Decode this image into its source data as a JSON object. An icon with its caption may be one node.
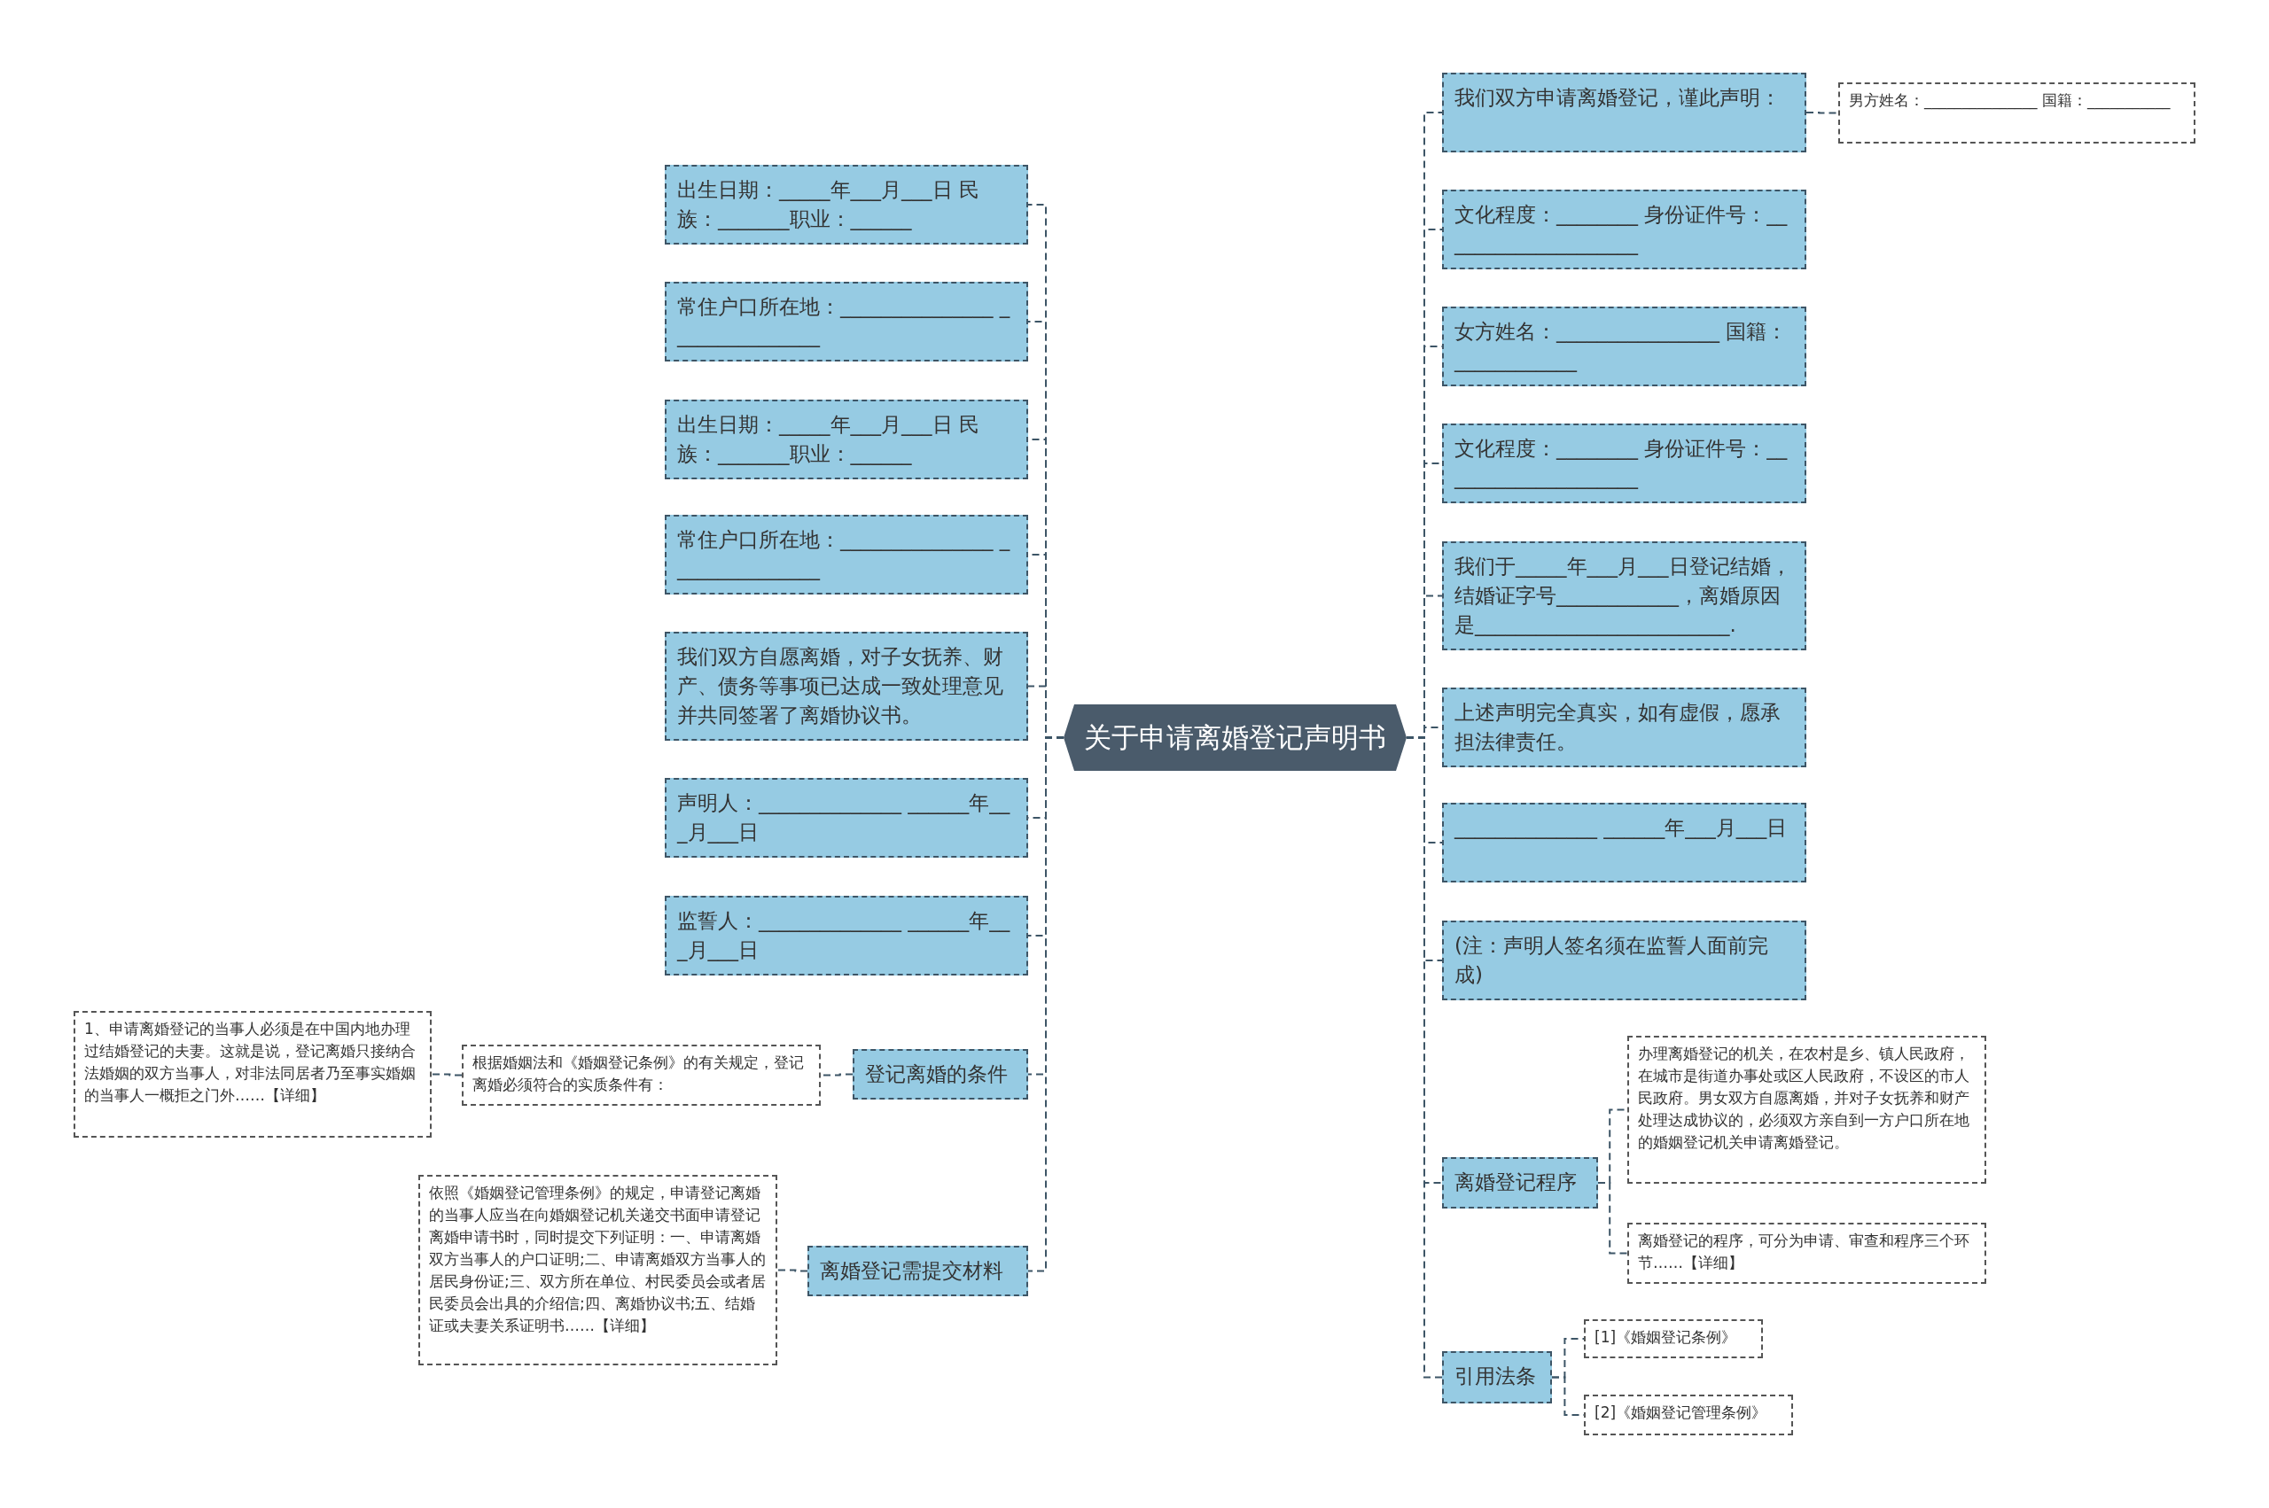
{
  "diagram": {
    "nodes": [
      {
        "text": [
          "关于申请离婚登记声明书"
        ]
      },
      {
        "text": [
          "出生日期：_____年___月___日 民族：_______职业：______"
        ]
      },
      {
        "text": [
          "常住户口所在地：_______________ _______________"
        ]
      },
      {
        "text": [
          "出生日期：_____年___月___日 民族：_______职业：______"
        ]
      },
      {
        "text": [
          "常住户口所在地：_______________ _______________"
        ]
      },
      {
        "text": [
          "我们双方自愿离婚，对子女抚养、财产、债务等事项已达成一致处理意见并共同签署了离婚协议书。"
        ]
      },
      {
        "text": [
          "声明人：______________ ______年___月___日"
        ]
      },
      {
        "text": [
          "监誓人：______________ ______年___月___日"
        ]
      },
      {
        "text": [
          "登记离婚的条件"
        ]
      },
      {
        "text": [
          "根据婚姻法和《婚姻登记条例》的有关规定，登记离婚必须符合的实质条件有："
        ]
      },
      {
        "text": [
          "1、申请离婚登记的当事人必须是在中国内地办理过结婚登记的夫妻。这就是说，登记离婚只接纳合法婚姻的双方当事人，对非法同居者乃至事实婚姻的当事人一概拒之门外……【详细】"
        ]
      },
      {
        "text": [
          "离婚登记需提交材料"
        ]
      },
      {
        "text": [
          "依照《婚姻登记管理条例》的规定，申请登记离婚的当事人应当在向婚姻登记机关递交书面申请登记离婚申请书时，同时提交下列证明：一、申请离婚双方当事人的户口证明;二、申请离婚双方当事人的居民身份证;三、双方所在单位、村民委员会或者居民委员会出具的介绍信;四、离婚协议书;五、结婚证或夫妻关系证明书……【详细】"
        ]
      },
      {
        "text": [
          "我们双方申请离婚登记，谨此声明："
        ]
      },
      {
        "text": [
          "男方姓名：_______________ 国籍：___________"
        ]
      },
      {
        "text": [
          "文化程度：________ 身份证件号：____________________"
        ]
      },
      {
        "text": [
          "女方姓名：________________ 国籍：____________"
        ]
      },
      {
        "text": [
          "文化程度：________ 身份证件号：____________________"
        ]
      },
      {
        "text": [
          "我们于_____年___月___日登记结婚，结婚证字号____________，离婚原因是_________________________."
        ]
      },
      {
        "text": [
          "上述声明完全真实，如有虚假，愿承担法律责任。"
        ]
      },
      {
        "text": [
          "______________ ______年___月___日"
        ]
      },
      {
        "text": [
          "(注：声明人签名须在监誓人面前完成)"
        ]
      },
      {
        "text": [
          "离婚登记程序"
        ]
      },
      {
        "text": [
          "办理离婚登记的机关，在农村是乡、镇人民政府，在城市是街道办事处或区人民政府，不设区的市人民政府。男女双方自愿离婚，并对子女抚养和财产处理达成协议的，必须双方亲自到一方户口所在地的婚姻登记机关申请离婚登记。"
        ]
      },
      {
        "text": [
          "离婚登记的程序，可分为申请、审查和程序三个环节……【详细】"
        ]
      },
      {
        "text": [
          "引用法条"
        ]
      },
      {
        "text": [
          "[1]《婚姻登记条例》"
        ]
      },
      {
        "text": [
          "[2]《婚姻登记管理条例》"
        ]
      }
    ],
    "edges": [
      {
        "from": 0,
        "to": 1,
        "arrow": "none"
      },
      {
        "from": 0,
        "to": 2,
        "arrow": "none"
      },
      {
        "from": 0,
        "to": 3,
        "arrow": "none"
      },
      {
        "from": 0,
        "to": 4,
        "arrow": "none"
      },
      {
        "from": 0,
        "to": 5,
        "arrow": "none"
      },
      {
        "from": 0,
        "to": 6,
        "arrow": "none"
      },
      {
        "from": 0,
        "to": 7,
        "arrow": "none"
      },
      {
        "from": 0,
        "to": 8,
        "arrow": "none"
      },
      {
        "from": 8,
        "to": 9,
        "arrow": "none"
      },
      {
        "from": 9,
        "to": 10,
        "arrow": "none"
      },
      {
        "from": 0,
        "to": 11,
        "arrow": "none"
      },
      {
        "from": 11,
        "to": 12,
        "arrow": "none"
      },
      {
        "from": 0,
        "to": 13,
        "arrow": "none"
      },
      {
        "from": 13,
        "to": 14,
        "arrow": "none"
      },
      {
        "from": 0,
        "to": 15,
        "arrow": "none"
      },
      {
        "from": 0,
        "to": 16,
        "arrow": "none"
      },
      {
        "from": 0,
        "to": 17,
        "arrow": "none"
      },
      {
        "from": 0,
        "to": 18,
        "arrow": "none"
      },
      {
        "from": 0,
        "to": 19,
        "arrow": "none"
      },
      {
        "from": 0,
        "to": 20,
        "arrow": "none"
      },
      {
        "from": 0,
        "to": 21,
        "arrow": "none"
      },
      {
        "from": 0,
        "to": 22,
        "arrow": "none"
      },
      {
        "from": 22,
        "to": 23,
        "arrow": "none"
      },
      {
        "from": 22,
        "to": 24,
        "arrow": "none"
      },
      {
        "from": 0,
        "to": 25,
        "arrow": "none"
      },
      {
        "from": 25,
        "to": 26,
        "arrow": "none"
      },
      {
        "from": 25,
        "to": 27,
        "arrow": "none"
      }
    ]
  }
}
